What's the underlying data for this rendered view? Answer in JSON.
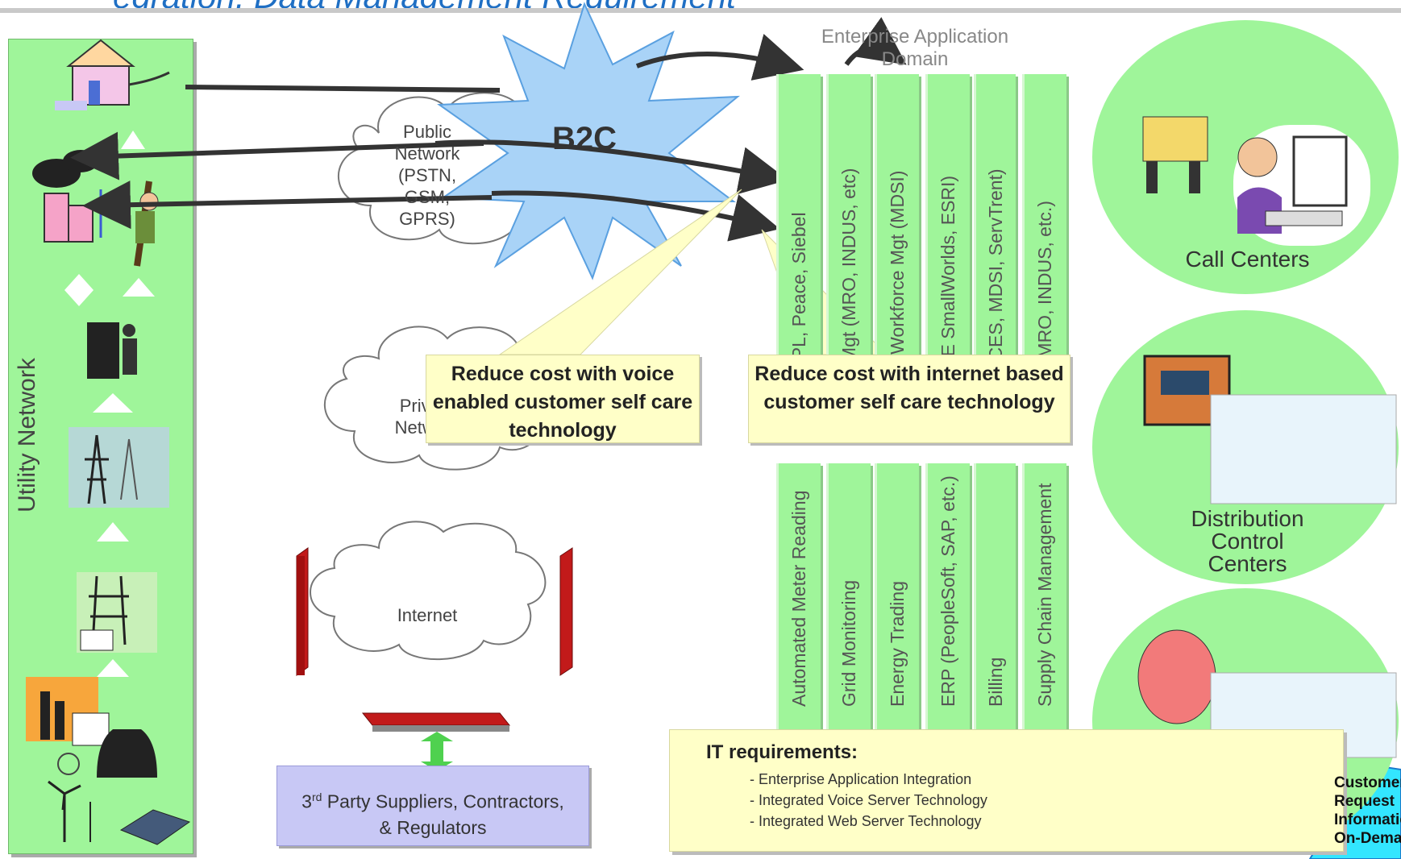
{
  "title": "egration, Data Management Requirement",
  "utility_label": "Utility Network",
  "clouds": {
    "public": [
      "Public",
      "Network",
      "(PSTN,",
      "GSM,",
      "GPRS)"
    ],
    "private": [
      "Private",
      "Network"
    ],
    "internet": "Internet"
  },
  "b2c_label": "B2C",
  "enterprise_domain": "Enterprise Application Domain",
  "top_columns": [
    "CIS (SPL, Peace, Siebel",
    "Asset Mgt (MRO, INDUS, etc)",
    "Mobile Workforce Mgt (MDSI)",
    "GIS (GE SmallWorlds, ESRI)",
    "OMS (CES, MDSI, ServTrent)",
    "WAM (MRO, INDUS, etc.)"
  ],
  "bottom_columns": [
    "Automated Meter Reading",
    "Grid Monitoring",
    "Energy Trading",
    "ERP (PeopleSoft, SAP, etc.)",
    "Billing",
    "Supply Chain Management"
  ],
  "callouts": {
    "voice": "Reduce cost with voice enabled customer self care technology",
    "internet": "Reduce cost with internet based customer self care technology"
  },
  "centers": {
    "call": "Call Centers",
    "distribution": [
      "Distribution",
      "Control",
      "Centers"
    ]
  },
  "it_requirements": {
    "title": "IT requirements:",
    "items": [
      "- Enterprise Application Integration",
      "- Integrated Voice Server Technology",
      "- Integrated Web Server Technology"
    ]
  },
  "third_party": {
    "line1_prefix": "3",
    "line1_sup": "rd",
    "line1_rest": " Party Suppliers, Contractors,",
    "line2": "& Regulators"
  },
  "burst_small": [
    "Customer",
    "Request",
    "Information",
    "On-Demand"
  ],
  "colors": {
    "green": "#9ff59a",
    "blue_burst": "#a9d3f7",
    "title_blue": "#1f6fc4",
    "callout_yellow": "#ffffc8",
    "third_party_purple": "#c8c8f5"
  }
}
